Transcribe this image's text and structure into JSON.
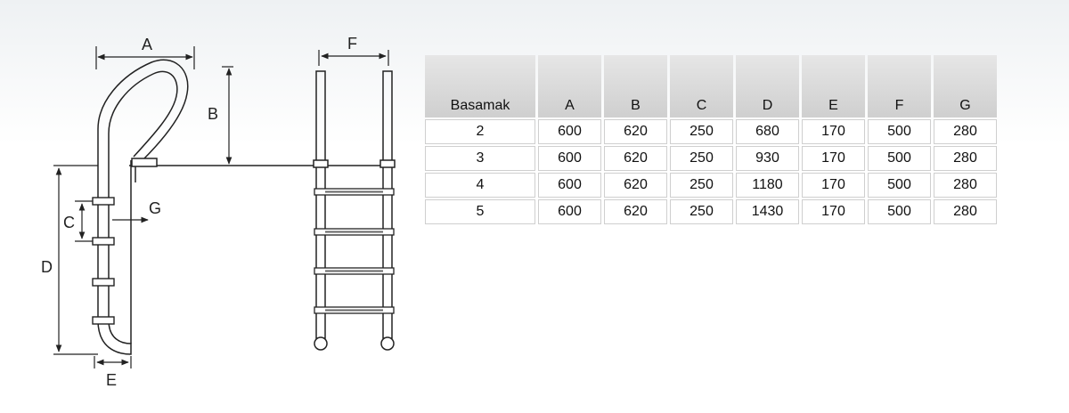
{
  "labels": {
    "A": "A",
    "B": "B",
    "C": "C",
    "D": "D",
    "E": "E",
    "F": "F",
    "G": "G"
  },
  "table": {
    "headers": [
      "Basamak",
      "A",
      "B",
      "C",
      "D",
      "E",
      "F",
      "G"
    ],
    "rows": [
      [
        "2",
        "600",
        "620",
        "250",
        "680",
        "170",
        "500",
        "280"
      ],
      [
        "3",
        "600",
        "620",
        "250",
        "930",
        "170",
        "500",
        "280"
      ],
      [
        "4",
        "600",
        "620",
        "250",
        "1180",
        "170",
        "500",
        "280"
      ],
      [
        "5",
        "600",
        "620",
        "250",
        "1430",
        "170",
        "500",
        "280"
      ]
    ]
  },
  "colors": {
    "line": "#222222",
    "rung": "#555555",
    "header_bg": "#d6d6d6"
  }
}
